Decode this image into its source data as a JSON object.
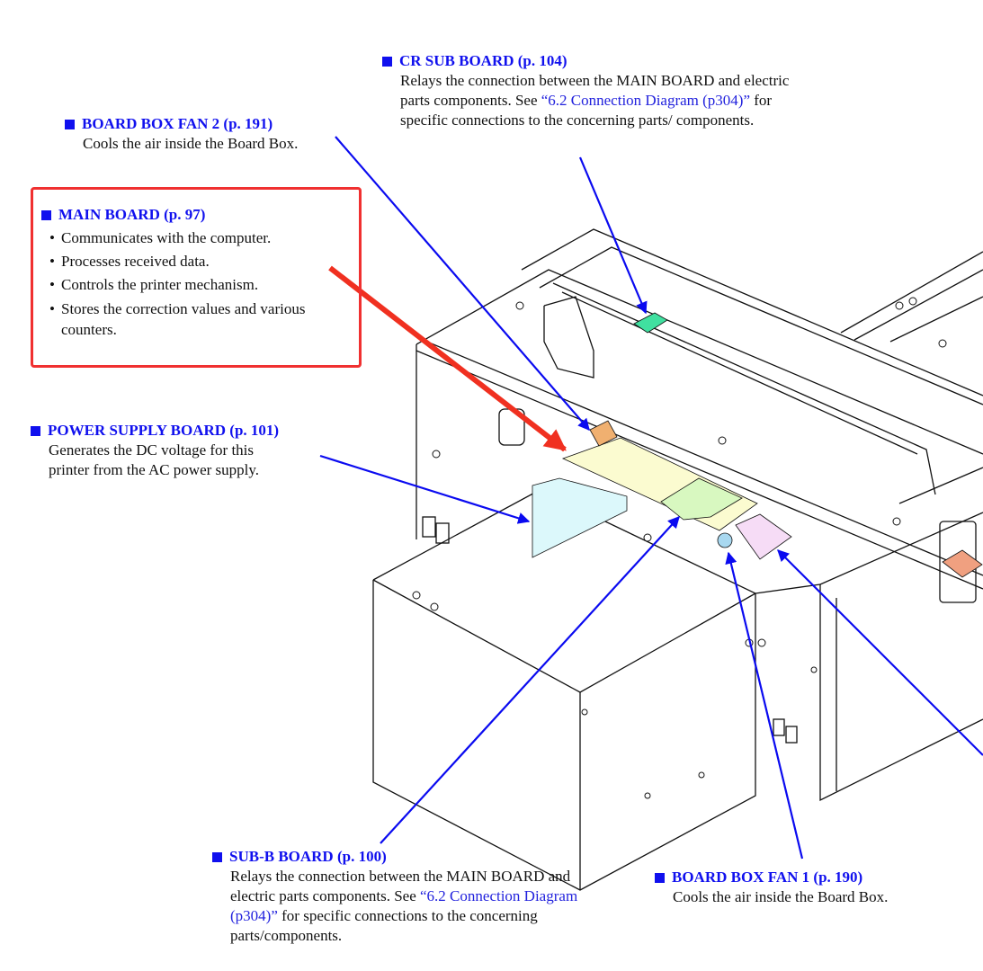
{
  "callouts": {
    "cr_sub_board": {
      "title": "CR SUB BOARD (p. 104)",
      "text_before": "Relays the connection between the MAIN BOARD and electric parts components. See ",
      "link": "“6.2 Connection Diagram (p304)”",
      "text_after": " for specific connections to the concerning parts/ components."
    },
    "board_box_fan_2": {
      "title": "BOARD BOX FAN 2 (p. 191)",
      "text": "Cools the air inside the Board Box."
    },
    "main_board": {
      "title": "MAIN BOARD (p. 97)",
      "bullets": [
        "Communicates with the computer.",
        "Processes received data.",
        "Controls the printer mechanism.",
        "Stores the correction values and various counters."
      ]
    },
    "power_supply_board": {
      "title": "POWER SUPPLY BOARD (p. 101)",
      "text": "Generates the DC voltage for this printer from the AC power supply."
    },
    "sub_b_board": {
      "title": "SUB-B BOARD (p. 100)",
      "text_before": "Relays the connection between the MAIN BOARD and electric parts components. See ",
      "link": "“6.2 Connection Diagram (p304)”",
      "text_after": " for specific connections to the concerning parts/components."
    },
    "board_box_fan_1": {
      "title": "BOARD BOX FAN 1 (p. 190)",
      "text": "Cools the air inside the Board Box."
    }
  },
  "colors": {
    "title": "#1010ee",
    "arrow": "#0a0af0",
    "highlight": "#f03030",
    "main_board": "#fbfbd0",
    "power_board": "#dcf8fb",
    "sub_b_board": "#d8f8c0",
    "cr_sub_board": "#40e0a0",
    "pink_board": "#f6dcf6",
    "fan2": "#f0b070",
    "fan1": "#a8d8f0"
  }
}
